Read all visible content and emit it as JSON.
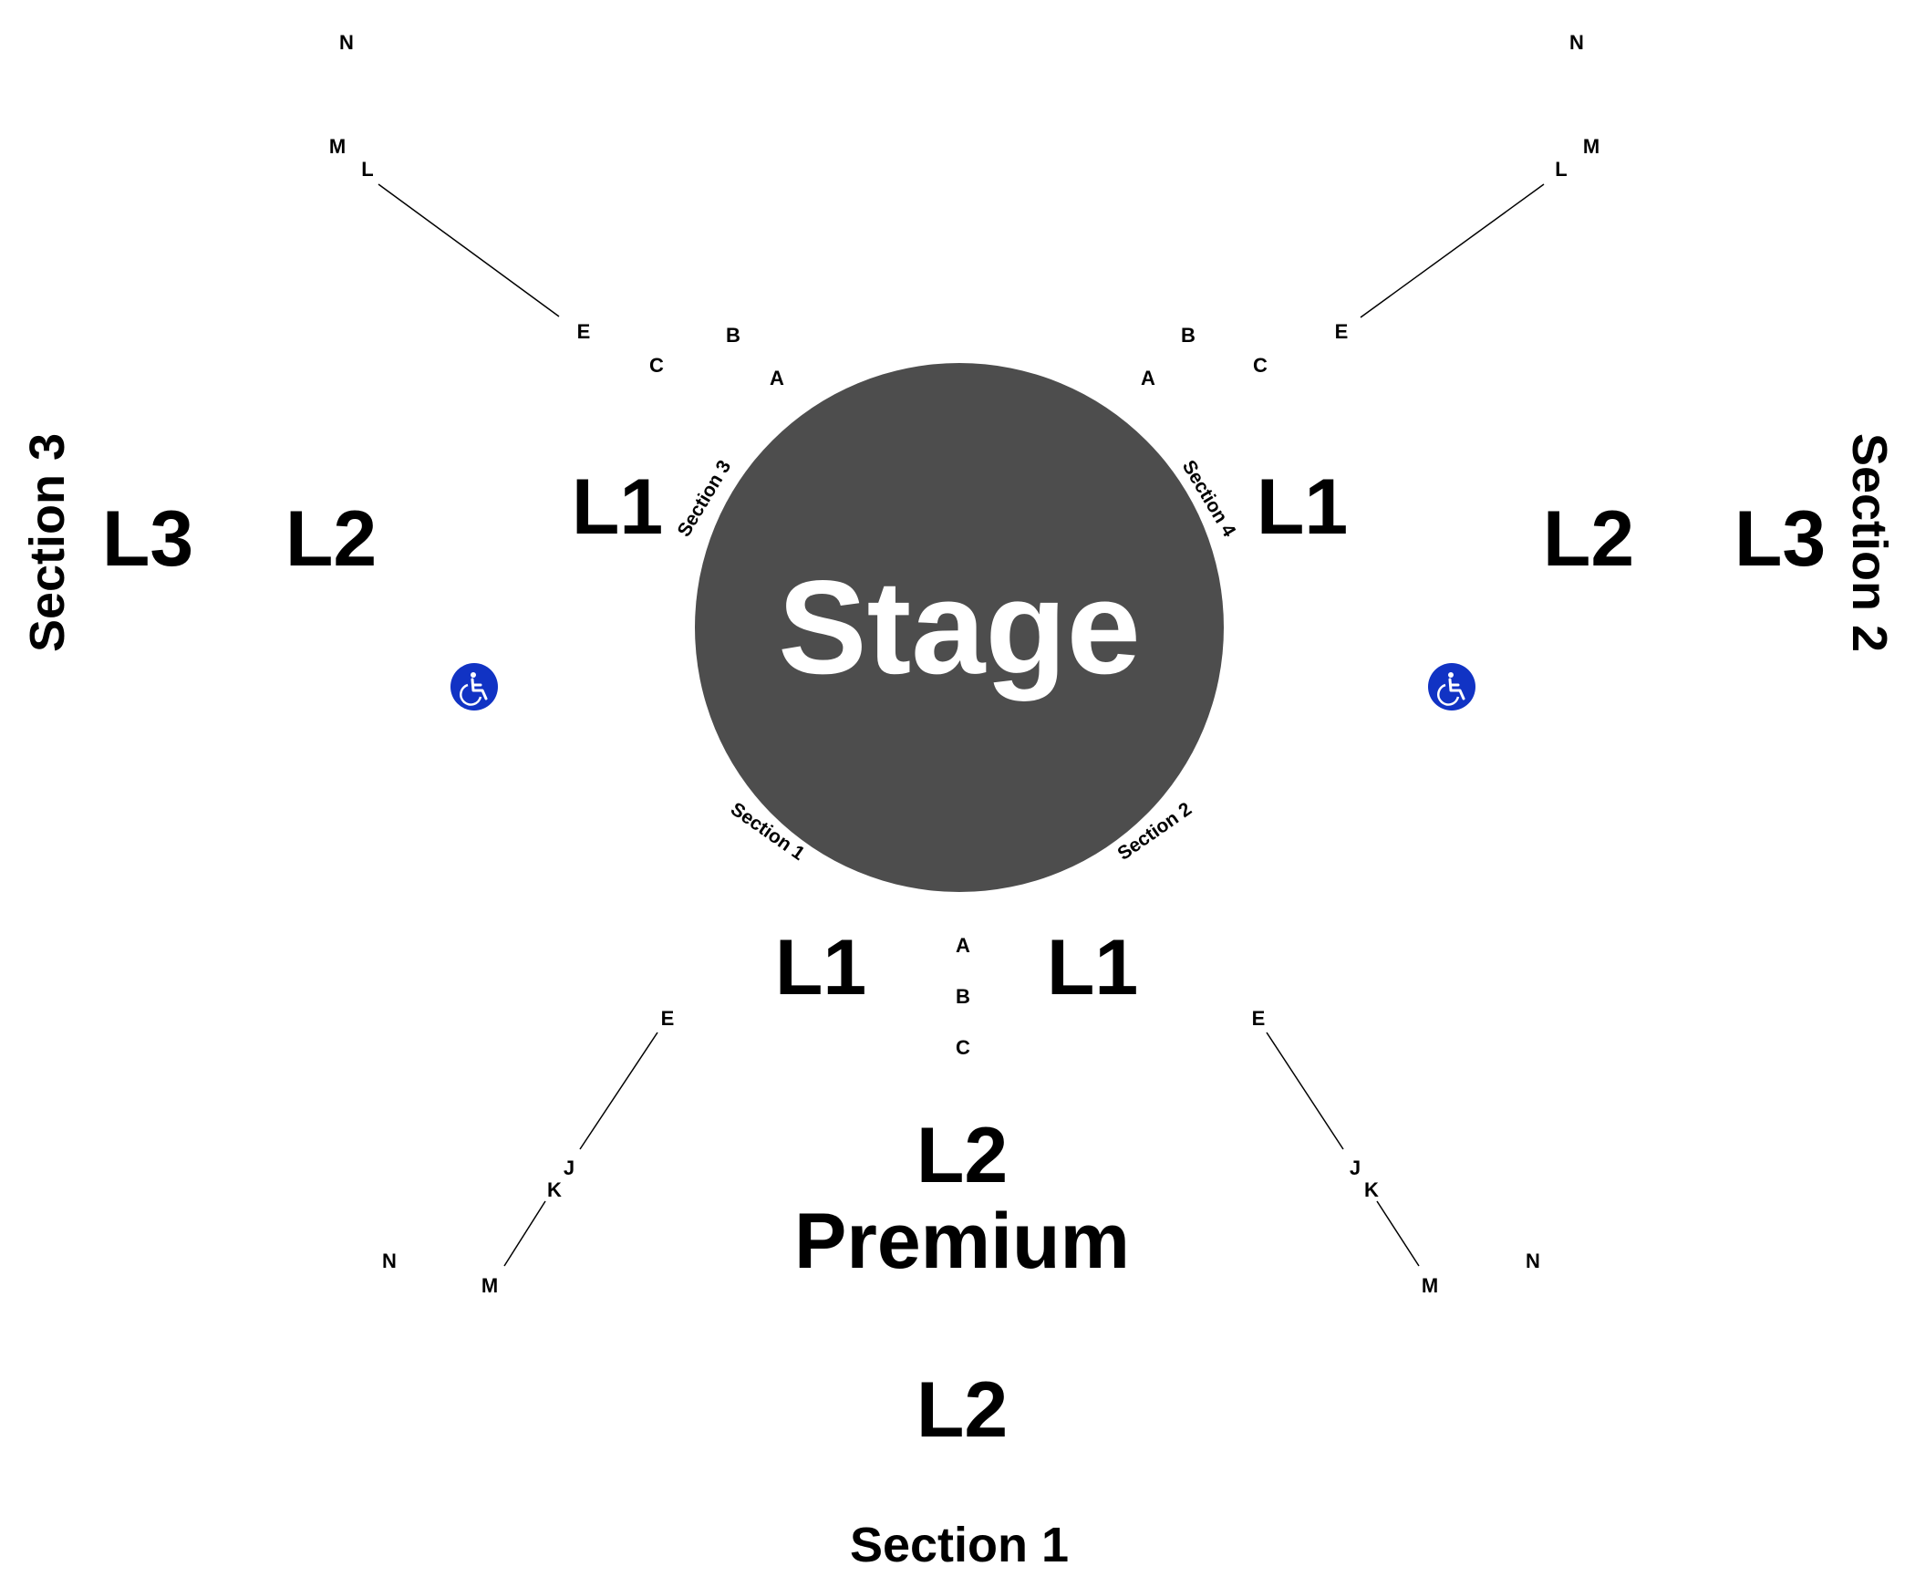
{
  "stage": {
    "label": "Stage",
    "color": "#4d4d4d",
    "text_color": "#ffffff"
  },
  "section_titles": {
    "section_1": "Section 1",
    "section_2": "Section 2",
    "section_3": "Section 3"
  },
  "stage_edge_labels": {
    "section_1": "Section 1",
    "section_2": "Section 2",
    "section_3": "Section 3",
    "section_4": "Section 4"
  },
  "levels": {
    "l1": "L1",
    "l2": "L2",
    "l3": "L3",
    "premium_line_1": "L2",
    "premium_line_2": "Premium"
  },
  "rows": {
    "a": "A",
    "b": "B",
    "c": "C",
    "e": "E",
    "j": "J",
    "k": "K",
    "l": "L",
    "m": "M",
    "n": "N"
  },
  "accessible_seating": {
    "icon": "wheelchair-icon",
    "color": "#1133c4"
  }
}
